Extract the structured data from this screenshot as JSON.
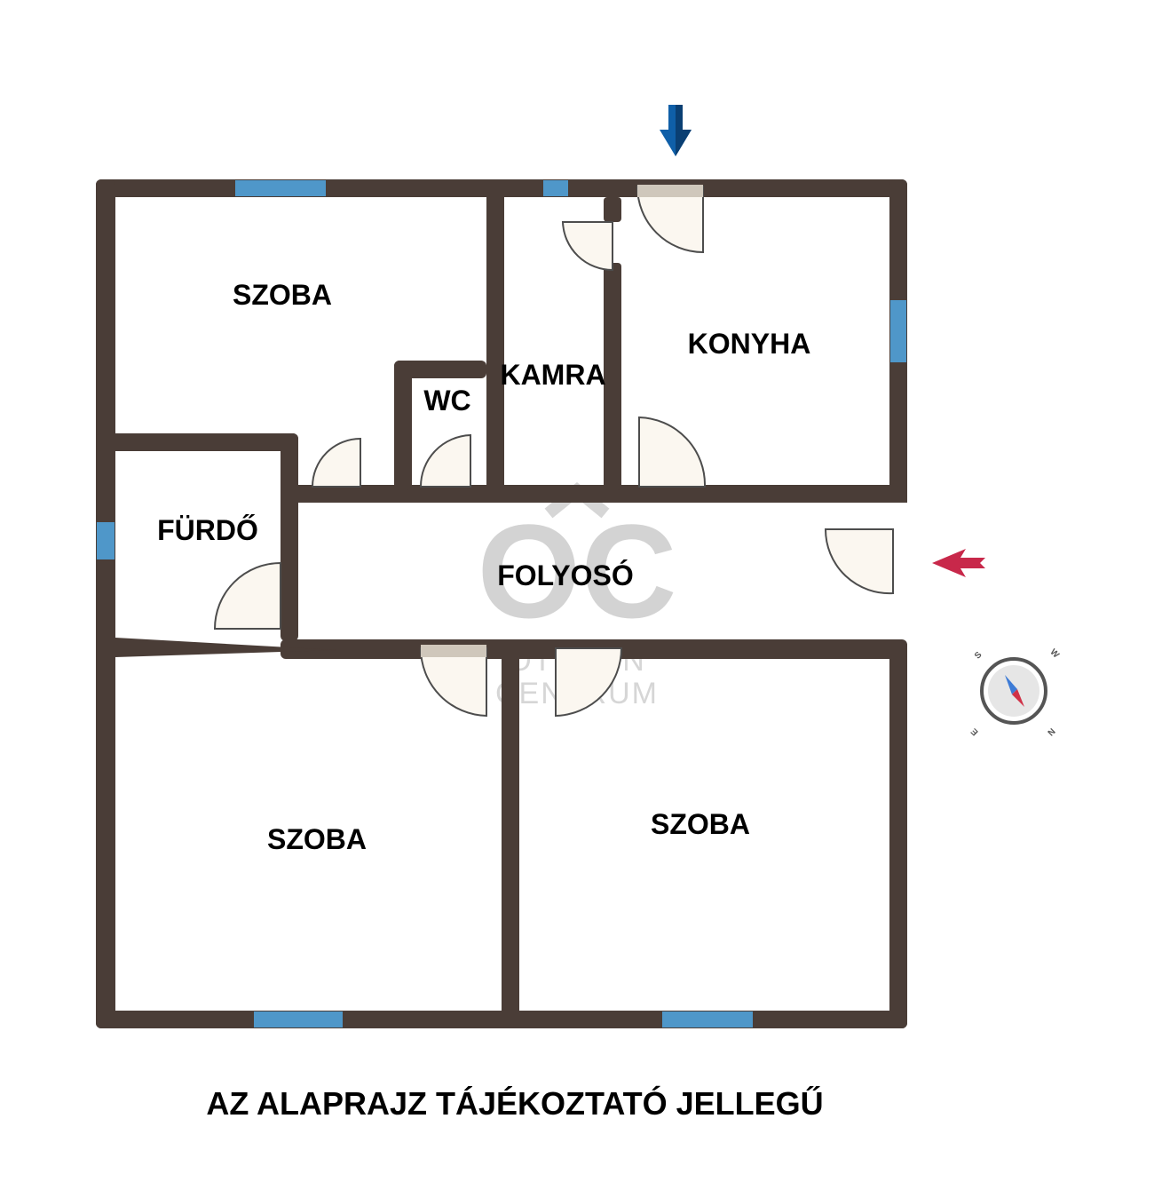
{
  "colors": {
    "wall": "#4a3d37",
    "window": "#4f97c9",
    "door_fill": "#fbf7f0",
    "door_stroke": "#4d4d4d",
    "entrance_arrow": "#0f5fa8",
    "side_arrow": "#c8284a",
    "watermark": "#c9c9c9"
  },
  "rooms": {
    "szoba_top": "SZOBA",
    "kamra": "KAMRA",
    "wc": "WC",
    "konyha": "KONYHA",
    "furdo": "FÜRDŐ",
    "folyoso": "FOLYOSÓ",
    "szoba_bottom_left": "SZOBA",
    "szoba_bottom_right": "SZOBA"
  },
  "watermark": {
    "logo": "OC",
    "line1": "OTTHON",
    "line2": "CENTRUM"
  },
  "compass": {
    "n": "N",
    "s": "S",
    "e": "E",
    "w": "W"
  },
  "disclaimer": "AZ ALAPRAJZ TÁJÉKOZTATÓ JELLEGŰ"
}
